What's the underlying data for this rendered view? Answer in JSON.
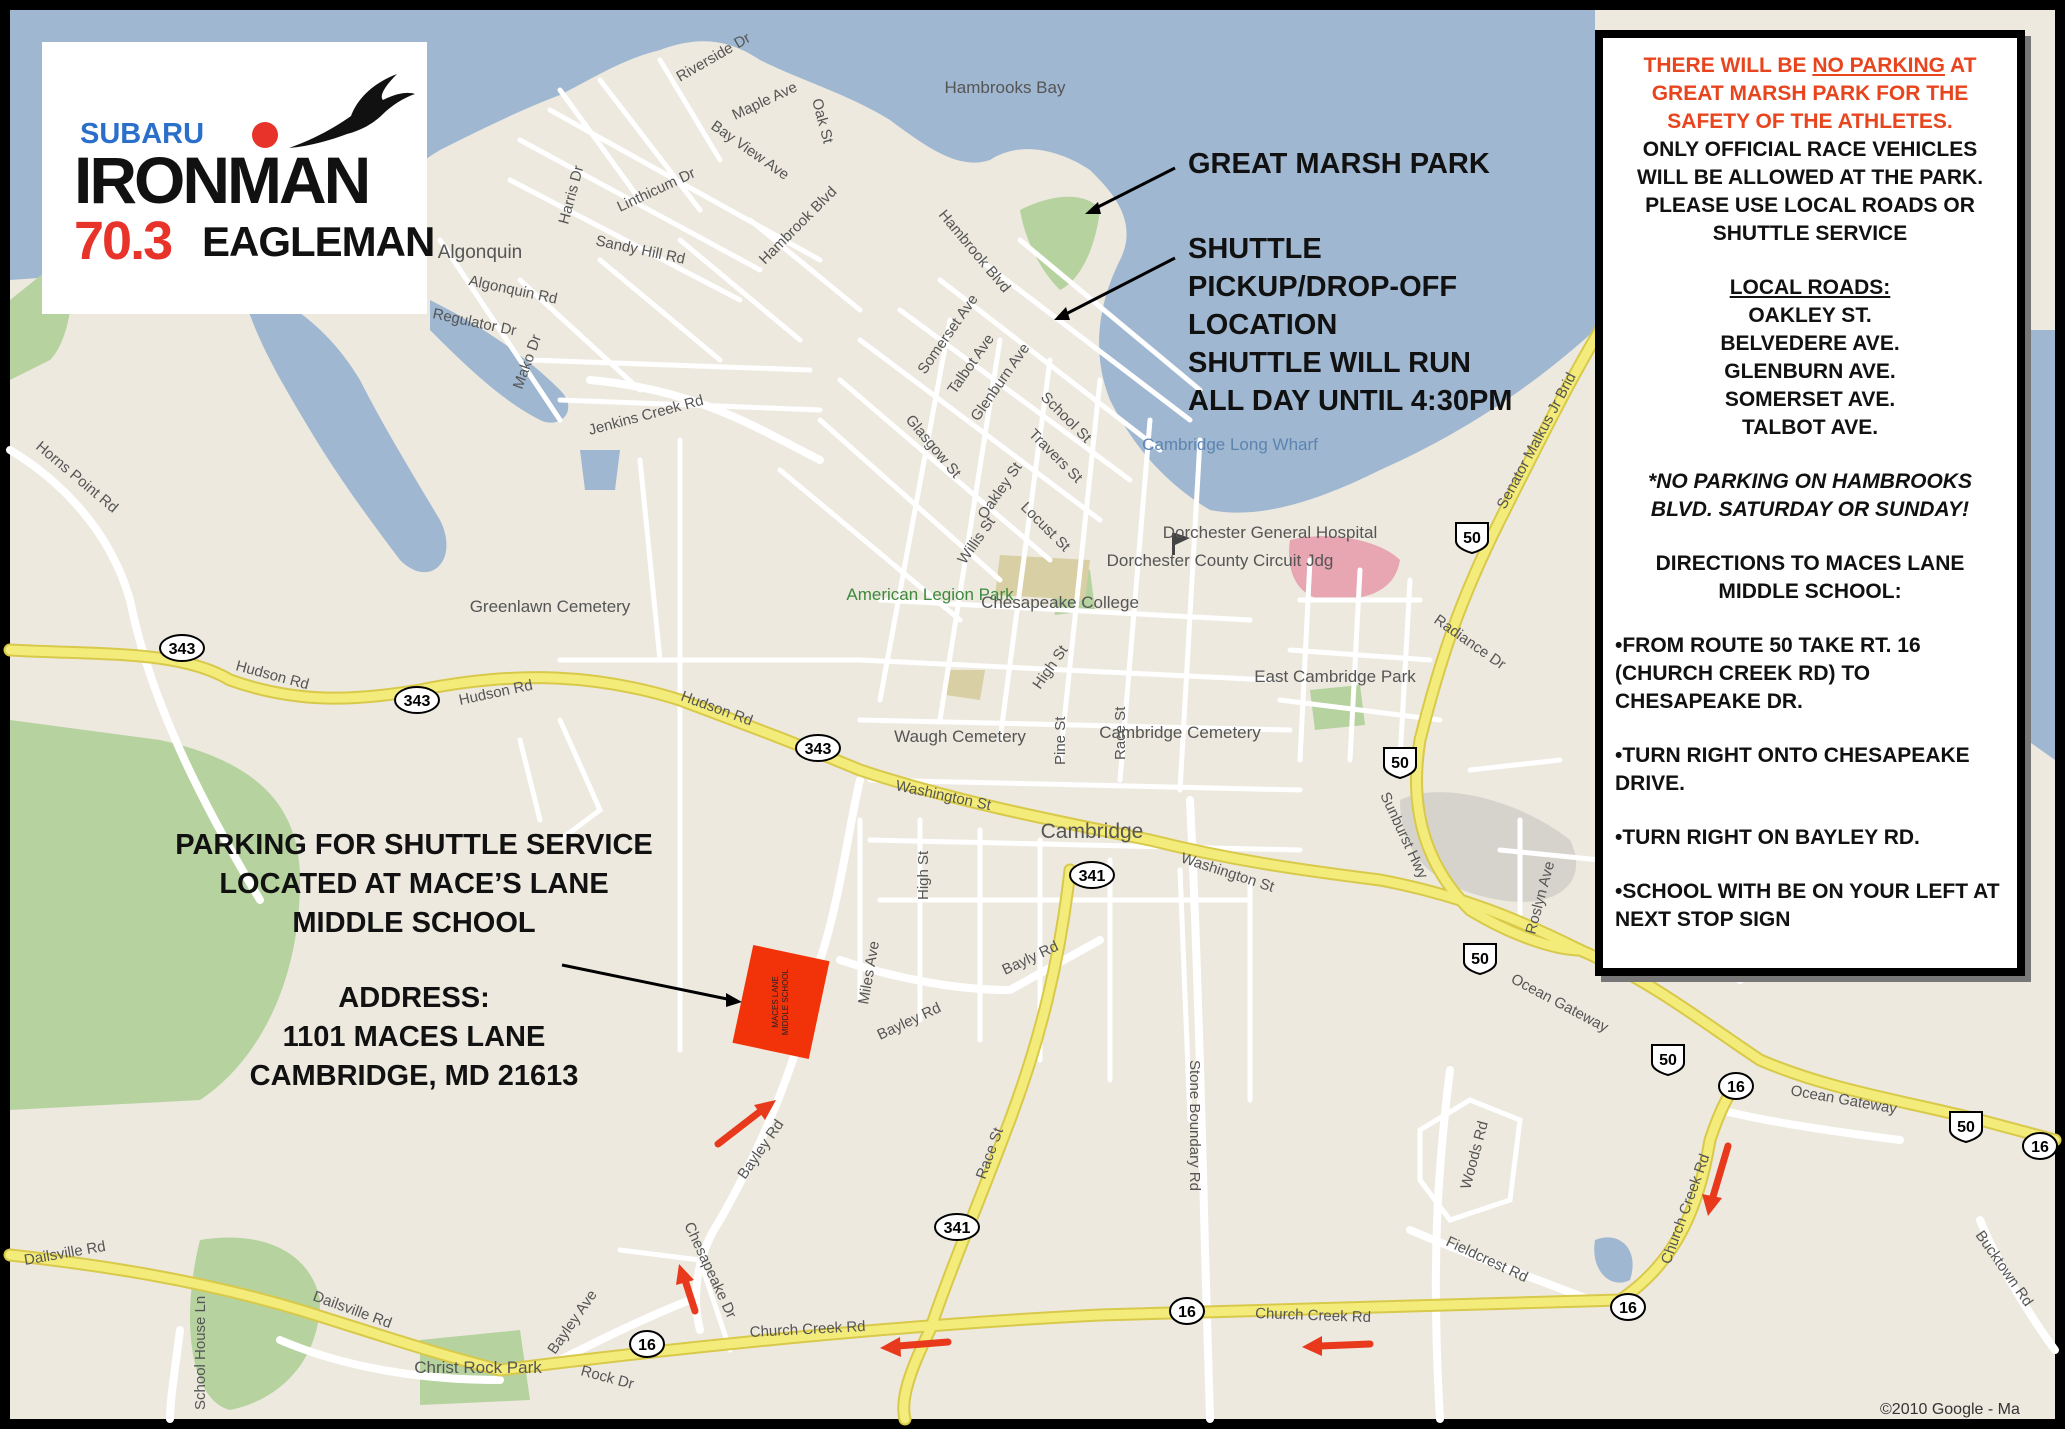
{
  "logo": {
    "sponsor": "SUBARU",
    "brand": "IRONMAN",
    "distance": "70.3",
    "event": "EAGLEMAN"
  },
  "callouts": {
    "park": "GREAT MARSH PARK",
    "shuttle_1": "SHUTTLE",
    "shuttle_2": "PICKUP/DROP-OFF",
    "shuttle_3": "LOCATION",
    "shuttle_4": "SHUTTLE WILL RUN",
    "shuttle_5": "ALL DAY UNTIL 4:30PM",
    "parking_1": "PARKING FOR SHUTTLE SERVICE",
    "parking_2": "LOCATED AT MACE’S LANE",
    "parking_3": "MIDDLE SCHOOL",
    "address_label": "ADDRESS:",
    "address_1": "1101 MACES LANE",
    "address_2": "CAMBRIDGE, MD 21613",
    "school_marker": "MACES LANE MIDDLE SCHOOL"
  },
  "info": {
    "warn_1": "THERE WILL BE ",
    "warn_no_parking": "NO PARKING",
    "warn_2": " AT GREAT MARSH PARK FOR THE SAFETY OF THE ATHLETES.",
    "official": "ONLY OFFICIAL RACE VEHICLES WILL BE ALLOWED AT THE PARK. PLEASE USE LOCAL ROADS OR SHUTTLE SERVICE",
    "local_roads_header": "LOCAL ROADS:",
    "roads": [
      "OAKLEY ST.",
      "BELVEDERE AVE.",
      "GLENBURN AVE.",
      "SOMERSET AVE.",
      "TALBOT AVE."
    ],
    "no_parking_note": "*NO PARKING ON HAMBROOKS BLVD. SATURDAY OR SUNDAY!",
    "directions_header": "DIRECTIONS TO MACES LANE MIDDLE SCHOOL:",
    "steps": [
      "•FROM ROUTE 50 TAKE RT. 16 (CHURCH CREEK RD) TO CHESAPEAKE DR.",
      "•TURN RIGHT ONTO CHESAPEAKE DRIVE.",
      "•TURN RIGHT ON BAYLEY RD.",
      "•SCHOOL WITH BE ON YOUR LEFT AT NEXT STOP SIGN"
    ]
  },
  "map": {
    "places": {
      "hambrooks_bay": "Hambrooks Bay",
      "algonquin": "Algonquin",
      "cambridge": "Cambridge",
      "cambridge_long_wharf": "Cambridge Long Wharf",
      "dorchester_general_hospital": "Dorchester General Hospital",
      "dorchester_circuit": "Dorchester County Circuit Jdg",
      "american_legion_park": "American Legion Park",
      "chesapeake_college": "Chesapeake College",
      "greenlawn_cemetery": "Greenlawn Cemetery",
      "waugh_cemetery": "Waugh Cemetery",
      "cambridge_cemetery": "Cambridge Cemetery",
      "east_cambridge_park": "East Cambridge Park",
      "christ_rock_park": "Christ Rock Park"
    },
    "roads": {
      "riverside": "Riverside Dr",
      "maple": "Maple Ave",
      "oak": "Oak St",
      "bay_view": "Bay View Ave",
      "hambrook_blvd": "Hambrook Blvd",
      "hambrook_blvd2": "Hambrook Blvd",
      "harris": "Harris Dr",
      "linthicum": "Linthicum Dr",
      "sandy_hill": "Sandy Hill Rd",
      "algonquin_rd": "Algonquin Rd",
      "regulator": "Regulator Dr",
      "mako": "Mako Dr",
      "jenkins": "Jenkins Creek Rd",
      "horns_point": "Horns Point Rd",
      "somerset": "Somerset Ave",
      "talbot": "Talbot Ave",
      "glenburn": "Glenburn Ave",
      "school": "School St",
      "travers": "Travers St",
      "glasgow": "Glasgow St",
      "oakley": "Oakley St",
      "willis": "Willis St",
      "locust": "Locust St",
      "high": "High St",
      "high2": "High St",
      "race": "Race St",
      "race2": "Race St",
      "pine": "Pine St",
      "hudson1": "Hudson Rd",
      "hudson2": "Hudson Rd",
      "hudson3": "Hudson Rd",
      "washington1": "Washington St",
      "washington2": "Washington St",
      "radiance": "Radiance Dr",
      "senator": "Senator Malkus Jr Brid",
      "sunburst": "Sunburst Hwy",
      "roslyn": "Roslyn Ave",
      "ocean1": "Ocean Gateway",
      "ocean2": "Ocean Gateway",
      "miles": "Miles Ave",
      "bayly": "Bayly Rd",
      "bayley1": "Bayley Rd",
      "bayley2": "Bayley Rd",
      "bayley_ave": "Bayley Ave",
      "chesapeake_dr": "Chesapeake Dr",
      "stone_boundary": "Stone Boundary Rd",
      "woods": "Woods Rd",
      "fieldcrest": "Fieldcrest Rd",
      "church_creek1": "Church Creek Rd",
      "church_creek2": "Church Creek Rd",
      "church_creek3": "Church Creek Rd",
      "bucktown": "Bucktown Rd",
      "dailsville1": "Dailsville Rd",
      "dailsville2": "Dailsville Rd",
      "rock": "Rock Dr",
      "school_house": "School House Ln"
    },
    "shields": {
      "r343": "343",
      "r341": "341",
      "r50": "50",
      "r16": "16"
    },
    "copyright": "©2010 Google - Ma"
  },
  "colors": {
    "water": "#9fb7d1",
    "land": "#ede9df",
    "park": "#b5d29f",
    "highway": "#f4ec7a",
    "arrow_red": "#e8391d",
    "warning": "#e8451f",
    "marker": "#f2330a"
  }
}
